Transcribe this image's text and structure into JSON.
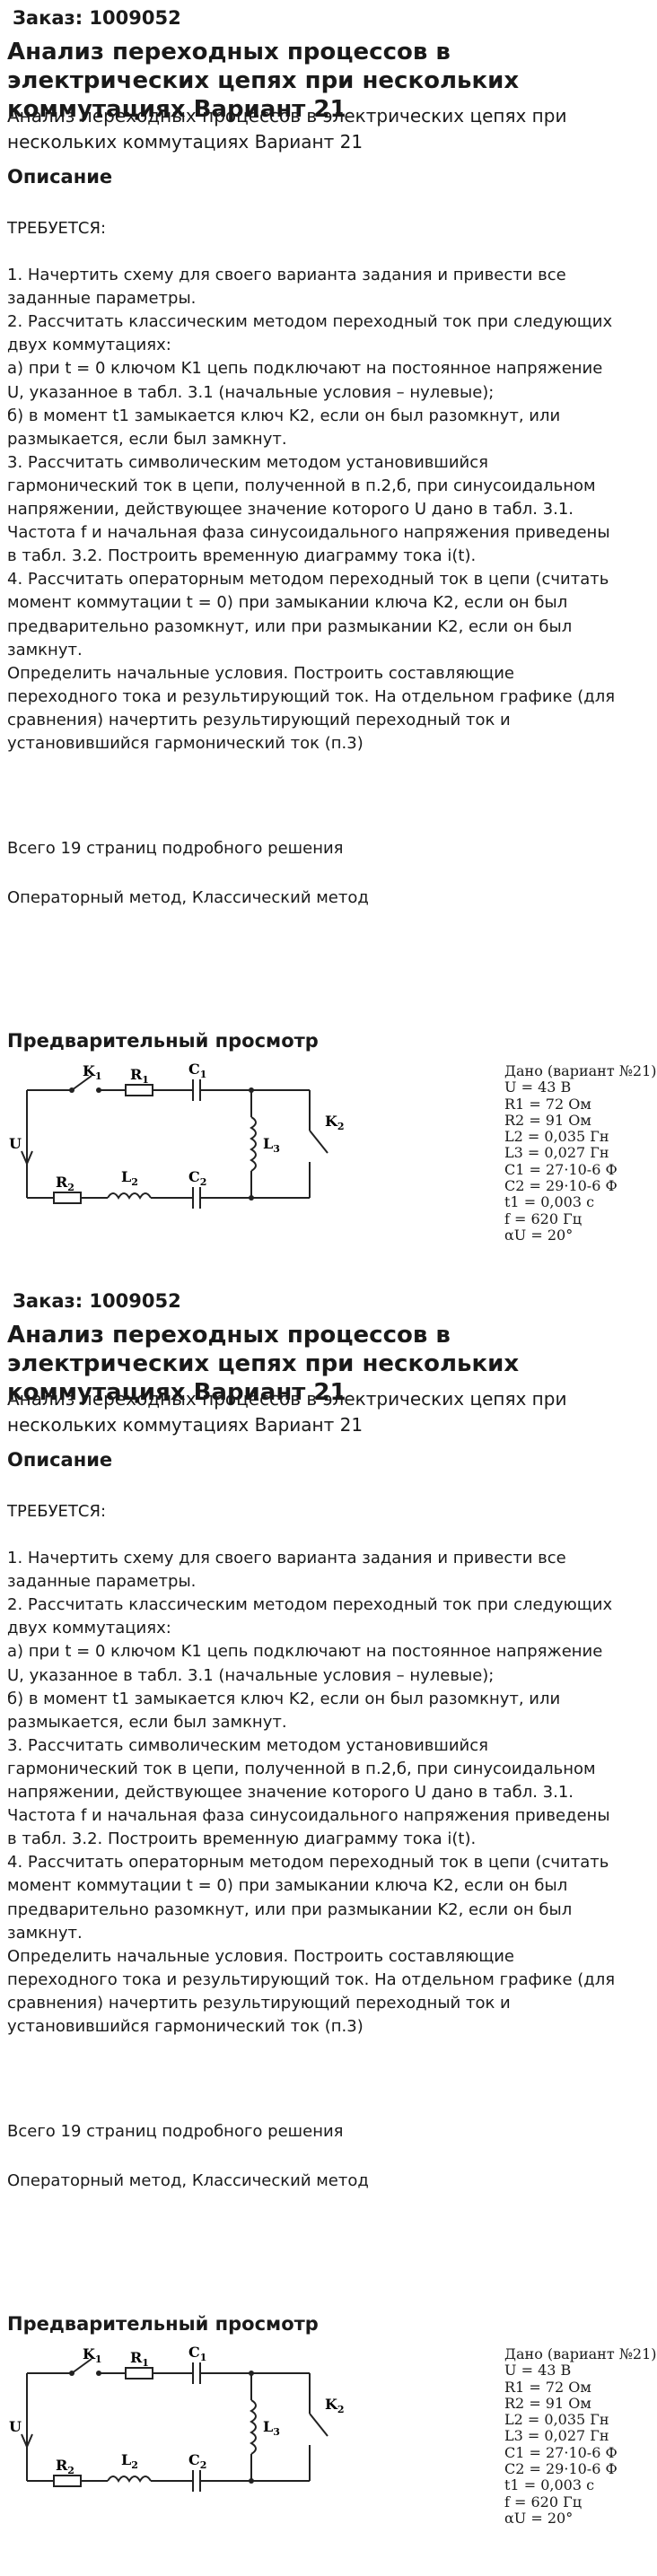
{
  "blocks": [
    {
      "order": "Заказ: 1009052",
      "title": "Анализ переходных процессов в электрических цепях при нескольких коммутациях Вариант 21",
      "subtitle": "Анализ переходных процессов в электрических цепях при нескольких коммутациях Вариант 21",
      "description_heading": "Описание",
      "description": [
        "ТРЕБУЕТСЯ:",
        "",
        "1. Начертить схему для своего варианта задания и привести все заданные параметры.",
        "2. Рассчитать классическим методом переходный ток при следующих двух коммутациях:",
        "а) при t = 0 ключом K1 цепь подключают на постоянное напряжение U, указанное в табл. 3.1 (начальные условия – нулевые);",
        "б) в момент t1 замыкается ключ K2, если он был разомкнут, или размыкается, если был замкнут.",
        "3. Рассчитать символическим методом установившийся гармонический ток в цепи, полученной в п.2,б, при синусоидальном напряжении, действующее значение которого U дано в табл. 3.1. Частота f и начальная фаза синусоидального напряжения приведены в табл. 3.2. Построить временную диаграмму тока i(t).",
        "4. Рассчитать операторным методом переходный ток в цепи (считать момент коммутации t = 0) при замыкании ключа K2, если он был предварительно разомкнут, или при размыкании K2, если он был замкнут.",
        "Определить начальные условия. Построить составляющие переходного тока и результирующий ток. На отдельном графике (для сравнения) начертить результирующий переходный ток и установившийся гармонический ток (п.3)"
      ],
      "pages": "Всего 19 страниц подробного решения",
      "methods": "Операторный метод, Классический метод",
      "preview_heading": "Предварительный просмотр",
      "circuit_labels": {
        "k1": "K",
        "k1_sub": "1",
        "r1": "R",
        "r1_sub": "1",
        "c1": "C",
        "c1_sub": "1",
        "l3": "L",
        "l3_sub": "3",
        "k2": "K",
        "k2_sub": "2",
        "u": "U",
        "r2": "R",
        "r2_sub": "2",
        "l2": "L",
        "l2_sub": "2",
        "c2": "C",
        "c2_sub": "2"
      },
      "given": [
        "Дано (вариант  №21)",
        "U = 43  В",
        "R1 = 72  Ом",
        "R2 = 91  Ом",
        "L2 = 0,035  Гн",
        "L3 = 0,027  Гн",
        "C1 = 27·10-6  Ф",
        "C2 = 29·10-6  Ф",
        "t1 = 0,003  с",
        "f = 620 Гц",
        "αU = 20°"
      ]
    },
    {
      "order": "Заказ: 1009052",
      "title": "Анализ переходных процессов в электрических цепях при нескольких коммутациях Вариант 21",
      "subtitle": "Анализ переходных процессов в электрических цепях при нескольких коммутациях Вариант 21",
      "description_heading": "Описание",
      "description": [
        "ТРЕБУЕТСЯ:",
        "",
        "1. Начертить схему для своего варианта задания и привести все заданные параметры.",
        "2. Рассчитать классическим методом переходный ток при следующих двух коммутациях:",
        "а) при t = 0 ключом K1 цепь подключают на постоянное напряжение U, указанное в табл. 3.1 (начальные условия – нулевые);",
        "б) в момент t1 замыкается ключ K2, если он был разомкнут, или размыкается, если был замкнут.",
        "3. Рассчитать символическим методом установившийся гармонический ток в цепи, полученной в п.2,б, при синусоидальном напряжении, действующее значение которого U дано в табл. 3.1. Частота f и начальная фаза синусоидального напряжения приведены в табл. 3.2. Построить временную диаграмму тока i(t).",
        "4. Рассчитать операторным методом переходный ток в цепи (считать момент коммутации t = 0) при замыкании ключа K2, если он был предварительно разомкнут, или при размыкании K2, если он был замкнут.",
        "Определить начальные условия. Построить составляющие переходного тока и результирующий ток. На отдельном графике (для сравнения) начертить результирующий переходный ток и установившийся гармонический ток (п.3)"
      ],
      "pages": "Всего 19 страниц подробного решения",
      "methods": "Операторный метод, Классический метод",
      "preview_heading": "Предварительный просмотр",
      "circuit_labels": {
        "k1": "K",
        "k1_sub": "1",
        "r1": "R",
        "r1_sub": "1",
        "c1": "C",
        "c1_sub": "1",
        "l3": "L",
        "l3_sub": "3",
        "k2": "K",
        "k2_sub": "2",
        "u": "U",
        "r2": "R",
        "r2_sub": "2",
        "l2": "L",
        "l2_sub": "2",
        "c2": "C",
        "c2_sub": "2"
      },
      "given": [
        "Дано (вариант  №21)",
        "U = 43  В",
        "R1 = 72  Ом",
        "R2 = 91  Ом",
        "L2 = 0,035  Гн",
        "L3 = 0,027  Гн",
        "C1 = 27·10-6  Ф",
        "C2 = 29·10-6  Ф",
        "t1 = 0,003  с",
        "f = 620 Гц",
        "αU = 20°"
      ]
    }
  ]
}
